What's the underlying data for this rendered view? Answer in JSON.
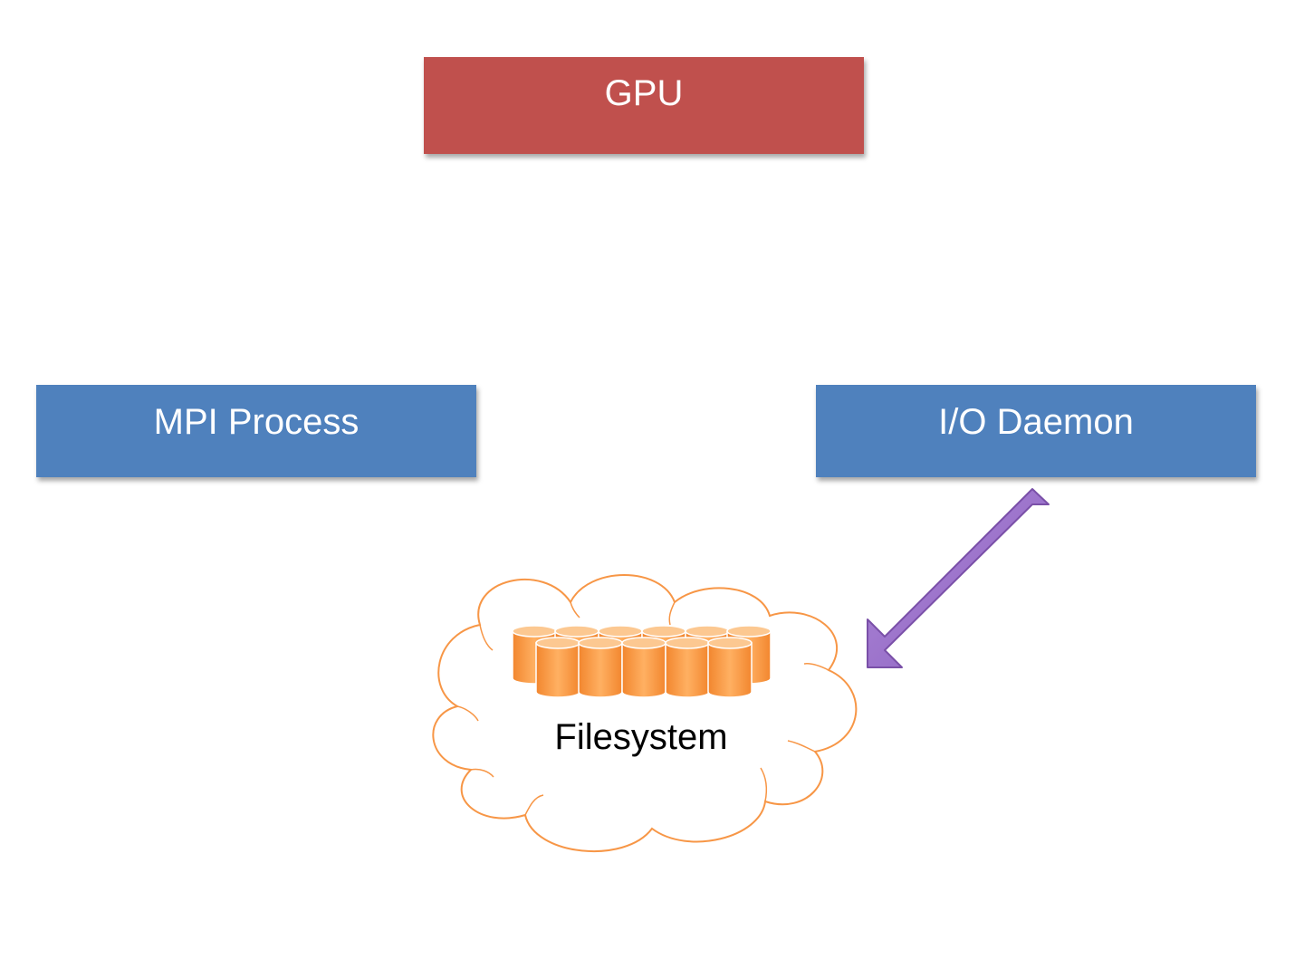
{
  "nodes": {
    "gpu": {
      "label": "GPU"
    },
    "mpi_process": {
      "label": "MPI Process"
    },
    "io_daemon": {
      "label": "I/O Daemon"
    },
    "filesystem": {
      "label": "Filesystem"
    }
  },
  "edges": [
    {
      "from": "io_daemon",
      "to": "filesystem"
    }
  ],
  "colors": {
    "gpu_fill": "#c0504d",
    "process_fill": "#4f81bd",
    "arrow_fill": "#9b72c8",
    "arrow_stroke": "#7a50a8",
    "cloud_stroke": "#f79646",
    "disk_fill": "#f79646"
  }
}
